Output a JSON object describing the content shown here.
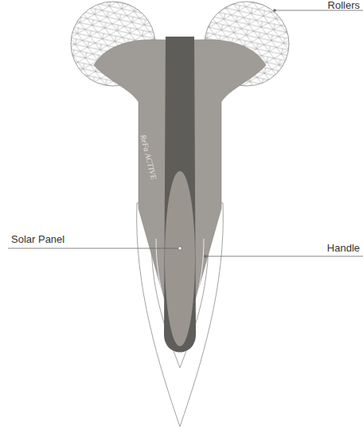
{
  "diagram": {
    "labels": [
      "Rollers",
      "Solar Panel",
      "Handle",
      "ReFa ACTIVE"
    ]
  }
}
